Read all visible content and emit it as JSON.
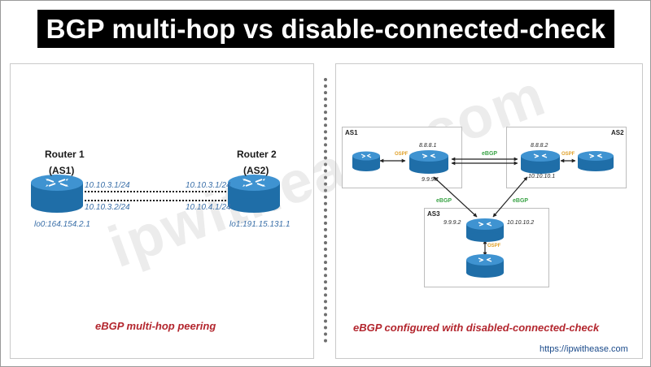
{
  "title": "BGP multi-hop vs disable-connected-check",
  "watermark": "ipwithease.com",
  "left": {
    "router1": {
      "name": "Router 1",
      "as": "(AS1)",
      "ip_top": "10.10.3.1/24",
      "ip_bottom": "10.10.3.2/24",
      "loopback": "lo0:164.154.2.1"
    },
    "router2": {
      "name": "Router 2",
      "as": "(AS2)",
      "ip_top": "10.10.3.1/24",
      "ip_bottom": "10.10.4.1/24",
      "loopback": "lo1:191.15.131.1"
    },
    "caption": "eBGP multi-hop peering"
  },
  "right": {
    "as1": {
      "label": "AS1",
      "ip_a": "8.8.8.1",
      "ip_b": "9.9.9.1",
      "ospf": "OSPF"
    },
    "as2": {
      "label": "AS2",
      "ip_a": "8.8.8.2",
      "ip_b": "10.10.10.1",
      "ospf": "OSPF"
    },
    "as3": {
      "label": "AS3",
      "ip_a": "9.9.9.2",
      "ip_b": "10.10.10.2",
      "ospf": "OSPF"
    },
    "ebgp_labels": [
      "eBGP",
      "eBGP",
      "eBGP"
    ],
    "caption": "eBGP configured with disabled-connected-check"
  },
  "url": "https://ipwithease.com",
  "colors": {
    "router_fill": "#1f76b4",
    "router_top": "#5aa7dc",
    "ip_text": "#3a6fa8",
    "caption": "#b3262e",
    "ebgp": "#3aa346",
    "ospf": "#e0a12b"
  }
}
